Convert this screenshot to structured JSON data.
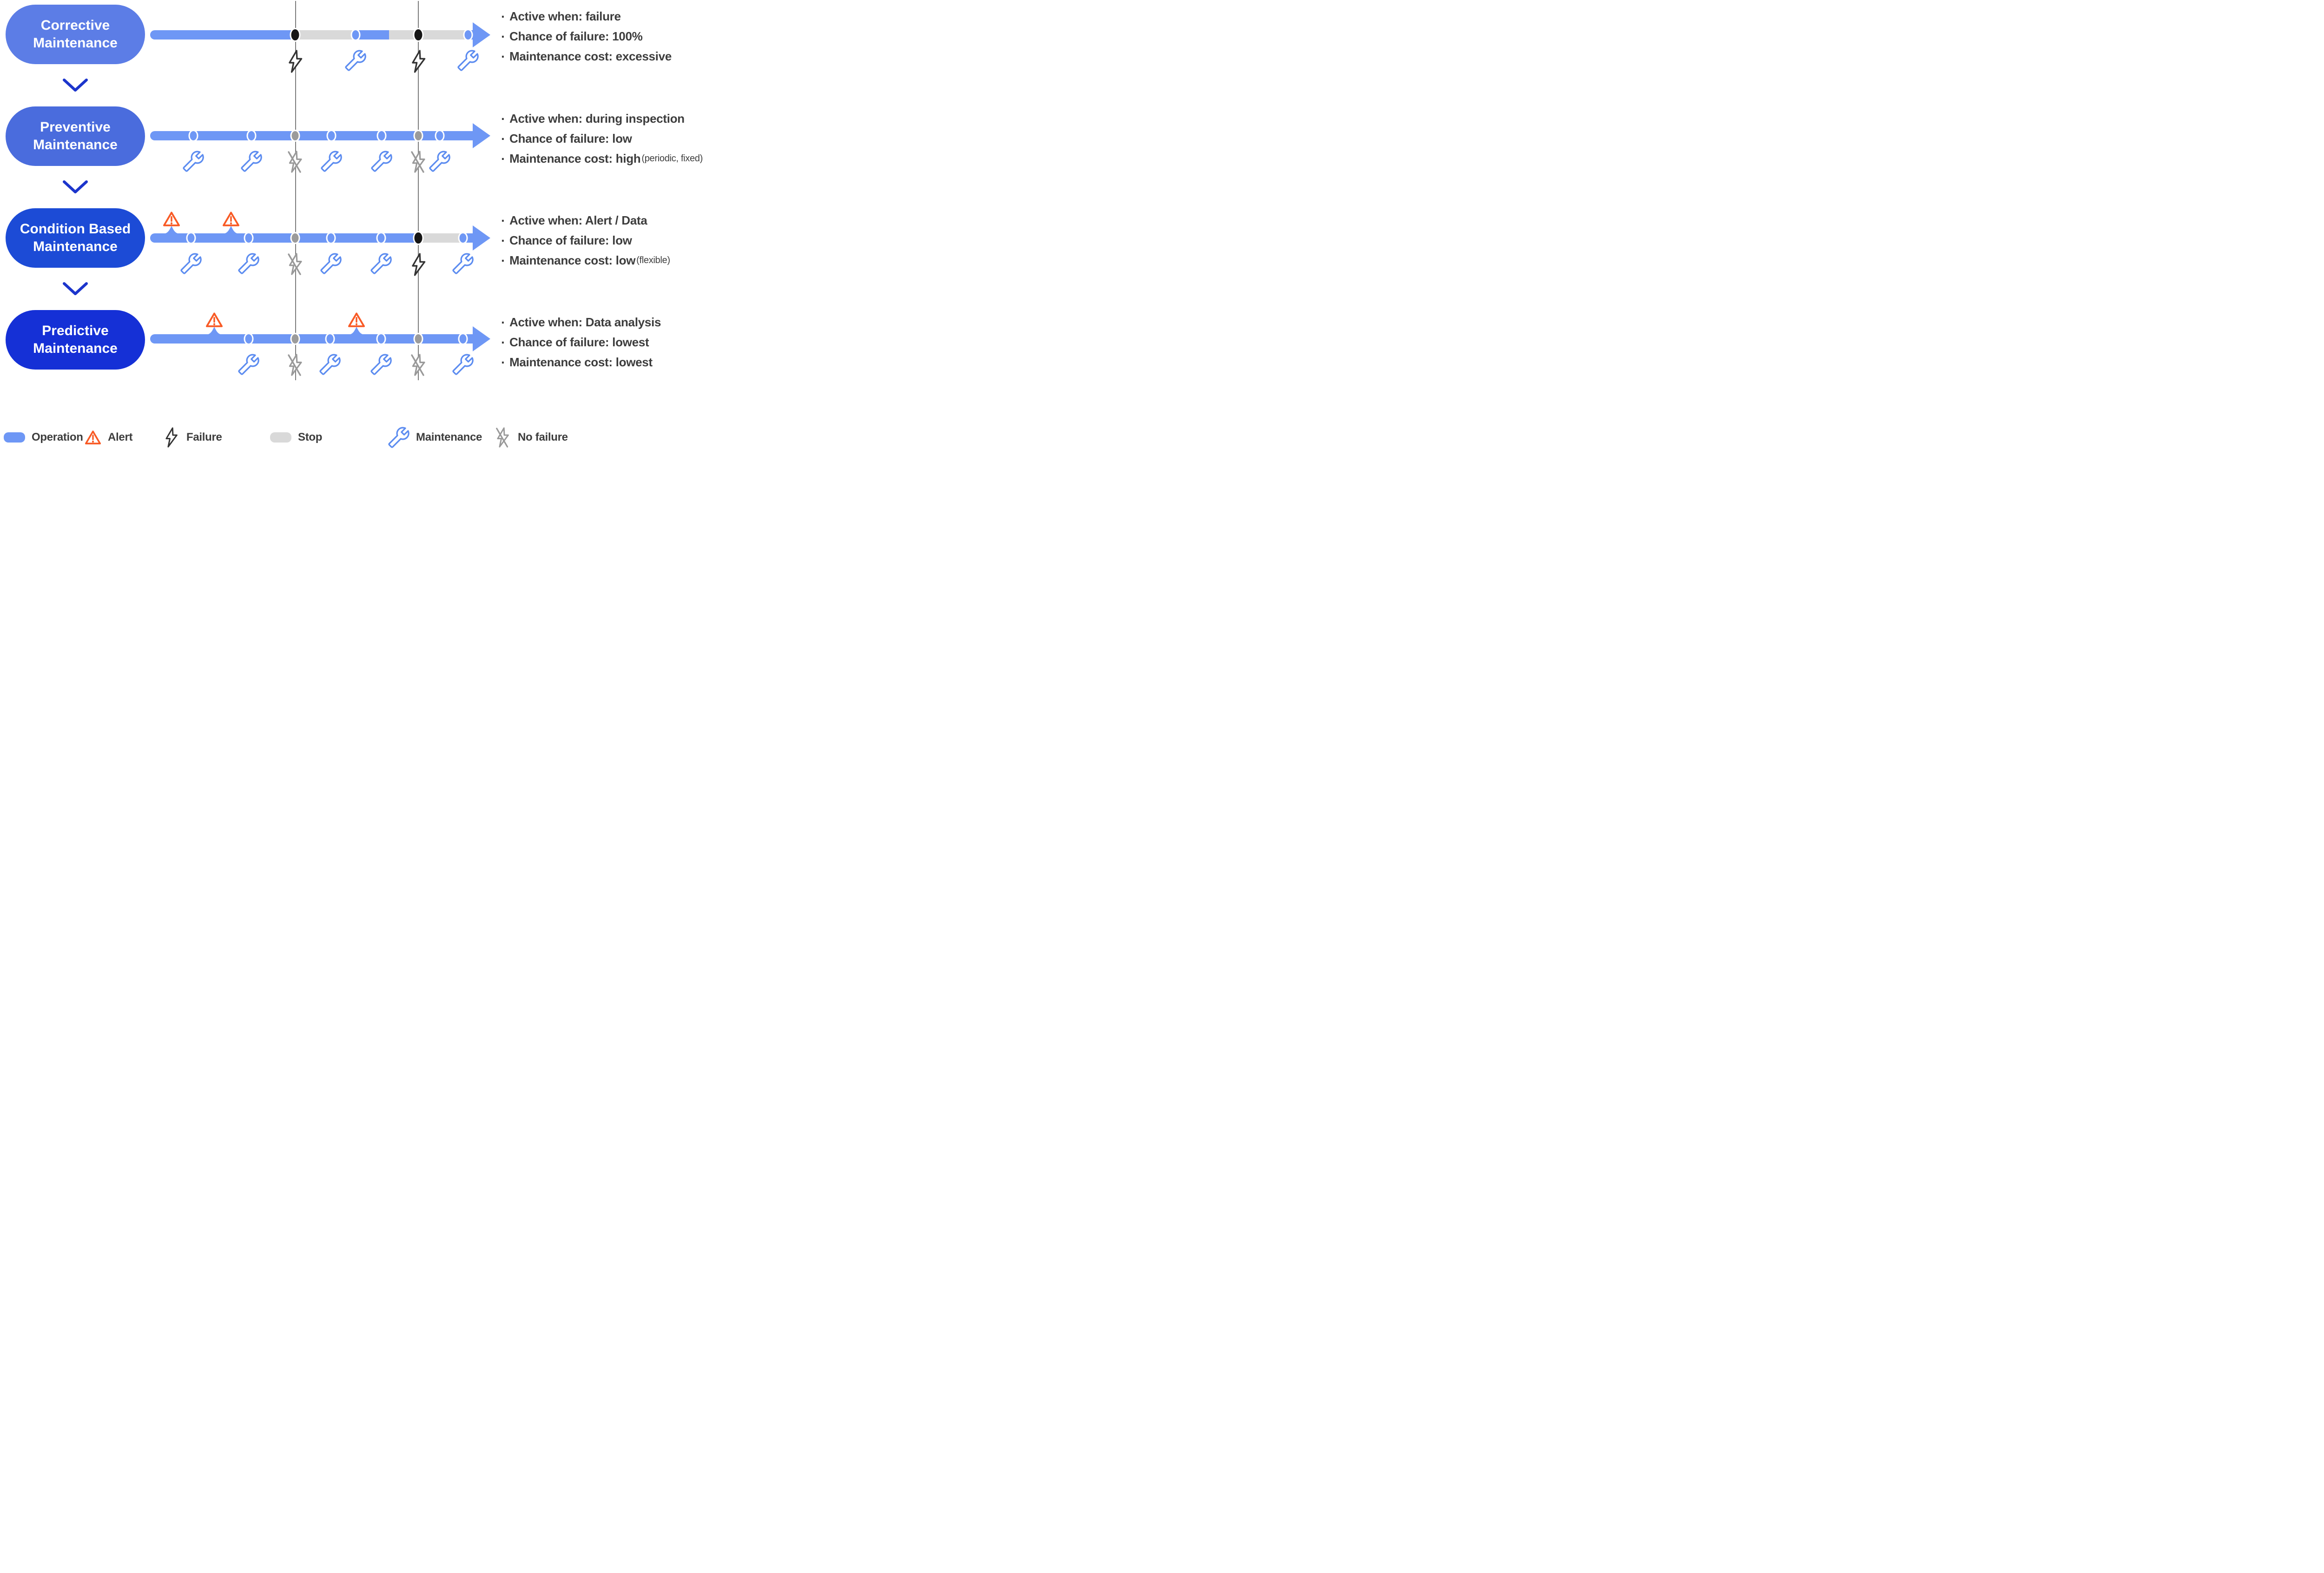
{
  "colors": {
    "operation": "#6e97f5",
    "stop": "#d9d9d9",
    "dot_gray": "#9b9b9b",
    "dot_black": "#161616",
    "alert": "#f85a25",
    "maintenance_icon": "#5c8cf0",
    "failure_icon": "#333333",
    "no_failure_icon": "#999999",
    "guide_line": "#7c7c7c",
    "text": "#3d3d3d",
    "chevron": "#1c35cc"
  },
  "icons": {
    "maintenance": "wrench-icon",
    "failure": "lightning-bolt-icon",
    "no-failure": "crossed-lightning-bolt-icon",
    "alert": "warning-triangle-icon",
    "chevron": "chevron-down-icon"
  },
  "misc": {
    "bullet": "·"
  },
  "rows": [
    {
      "pill": {
        "label": "Corrective Maintenance",
        "color": "#5c7de6"
      },
      "notes": [
        {
          "main": "Active when: failure",
          "note": ""
        },
        {
          "main": "Chance of failure: 100%",
          "note": ""
        },
        {
          "main": "Maintenance cost: excessive",
          "note": ""
        }
      ],
      "timeline": {
        "segments": [
          {
            "from": 0,
            "to": 42.4,
            "type": "op"
          },
          {
            "from": 42.4,
            "to": 60,
            "type": "stop"
          },
          {
            "from": 60,
            "to": 69.7,
            "type": "op"
          },
          {
            "from": 69.7,
            "to": 92.8,
            "type": "stop"
          },
          {
            "from": 92.8,
            "to": 94.7,
            "type": "op"
          }
        ],
        "events": [
          {
            "pos": 42.4,
            "dot": "failure",
            "icon": "failure"
          },
          {
            "pos": 60,
            "dot": "op",
            "icon": "maintenance"
          },
          {
            "pos": 78.3,
            "dot": "failure",
            "icon": "failure"
          },
          {
            "pos": 92.8,
            "dot": "op",
            "icon": "maintenance"
          }
        ],
        "alerts": []
      }
    },
    {
      "pill": {
        "label": "Preventive Maintenance",
        "color": "#4a6cdd"
      },
      "notes": [
        {
          "main": "Active when: during inspection",
          "note": ""
        },
        {
          "main": "Chance of failure: low",
          "note": ""
        },
        {
          "main": "Maintenance cost: high",
          "note": "(periodic, fixed)"
        }
      ],
      "timeline": {
        "segments": [
          {
            "from": 0,
            "to": 94.7,
            "type": "op"
          }
        ],
        "events": [
          {
            "pos": 12.6,
            "dot": "op",
            "icon": "maintenance"
          },
          {
            "pos": 29.6,
            "dot": "op",
            "icon": "maintenance"
          },
          {
            "pos": 42.4,
            "dot": "pause",
            "icon": "no-failure"
          },
          {
            "pos": 52.9,
            "dot": "op",
            "icon": "maintenance"
          },
          {
            "pos": 67.6,
            "dot": "op",
            "icon": "maintenance"
          },
          {
            "pos": 78.3,
            "dot": "pause",
            "icon": "no-failure"
          },
          {
            "pos": 84.5,
            "dot": "op",
            "icon": "maintenance"
          }
        ],
        "alerts": []
      }
    },
    {
      "pill": {
        "label": "Condition Based Maintenance",
        "color": "#1c4bd6"
      },
      "notes": [
        {
          "main": "Active when: Alert / Data",
          "note": ""
        },
        {
          "main": "Chance of failure: low",
          "note": ""
        },
        {
          "main": "Maintenance cost: low",
          "note": "(flexible)"
        }
      ],
      "timeline": {
        "segments": [
          {
            "from": 0,
            "to": 78.3,
            "type": "op"
          },
          {
            "from": 78.3,
            "to": 90.9,
            "type": "stop"
          },
          {
            "from": 90.9,
            "to": 94.7,
            "type": "op"
          }
        ],
        "events": [
          {
            "pos": 11.9,
            "dot": "op",
            "icon": "maintenance"
          },
          {
            "pos": 28.7,
            "dot": "op",
            "icon": "maintenance"
          },
          {
            "pos": 42.4,
            "dot": "pause",
            "icon": "no-failure"
          },
          {
            "pos": 52.8,
            "dot": "op",
            "icon": "maintenance"
          },
          {
            "pos": 67.5,
            "dot": "op",
            "icon": "maintenance"
          },
          {
            "pos": 78.3,
            "dot": "failure",
            "icon": "failure"
          },
          {
            "pos": 91.3,
            "dot": "op",
            "icon": "maintenance"
          }
        ],
        "alerts": [
          6.2,
          23.6
        ]
      }
    },
    {
      "pill": {
        "label": "Predictive Maintenance",
        "color": "#1530d6"
      },
      "notes": [
        {
          "main": "Active when: Data analysis",
          "note": ""
        },
        {
          "main": "Chance of failure: lowest",
          "note": ""
        },
        {
          "main": "Maintenance cost: lowest",
          "note": ""
        }
      ],
      "timeline": {
        "segments": [
          {
            "from": 0,
            "to": 94.7,
            "type": "op"
          }
        ],
        "events": [
          {
            "pos": 28.7,
            "dot": "op",
            "icon": "maintenance"
          },
          {
            "pos": 42.4,
            "dot": "pause",
            "icon": "no-failure"
          },
          {
            "pos": 52.5,
            "dot": "op",
            "icon": "maintenance"
          },
          {
            "pos": 67.4,
            "dot": "op",
            "icon": "maintenance"
          },
          {
            "pos": 78.3,
            "dot": "pause",
            "icon": "no-failure"
          },
          {
            "pos": 91.3,
            "dot": "op",
            "icon": "maintenance"
          }
        ],
        "alerts": [
          18.7,
          60.2
        ]
      }
    }
  ],
  "legend": {
    "items": [
      {
        "icon": "operation-swatch",
        "label": "Operation"
      },
      {
        "icon": "alert",
        "label": "Alert"
      },
      {
        "icon": "failure",
        "label": "Failure"
      },
      {
        "icon": "stop-swatch",
        "label": "Stop"
      },
      {
        "icon": "maintenance",
        "label": "Maintenance"
      },
      {
        "icon": "no-failure",
        "label": "No failure"
      }
    ]
  }
}
